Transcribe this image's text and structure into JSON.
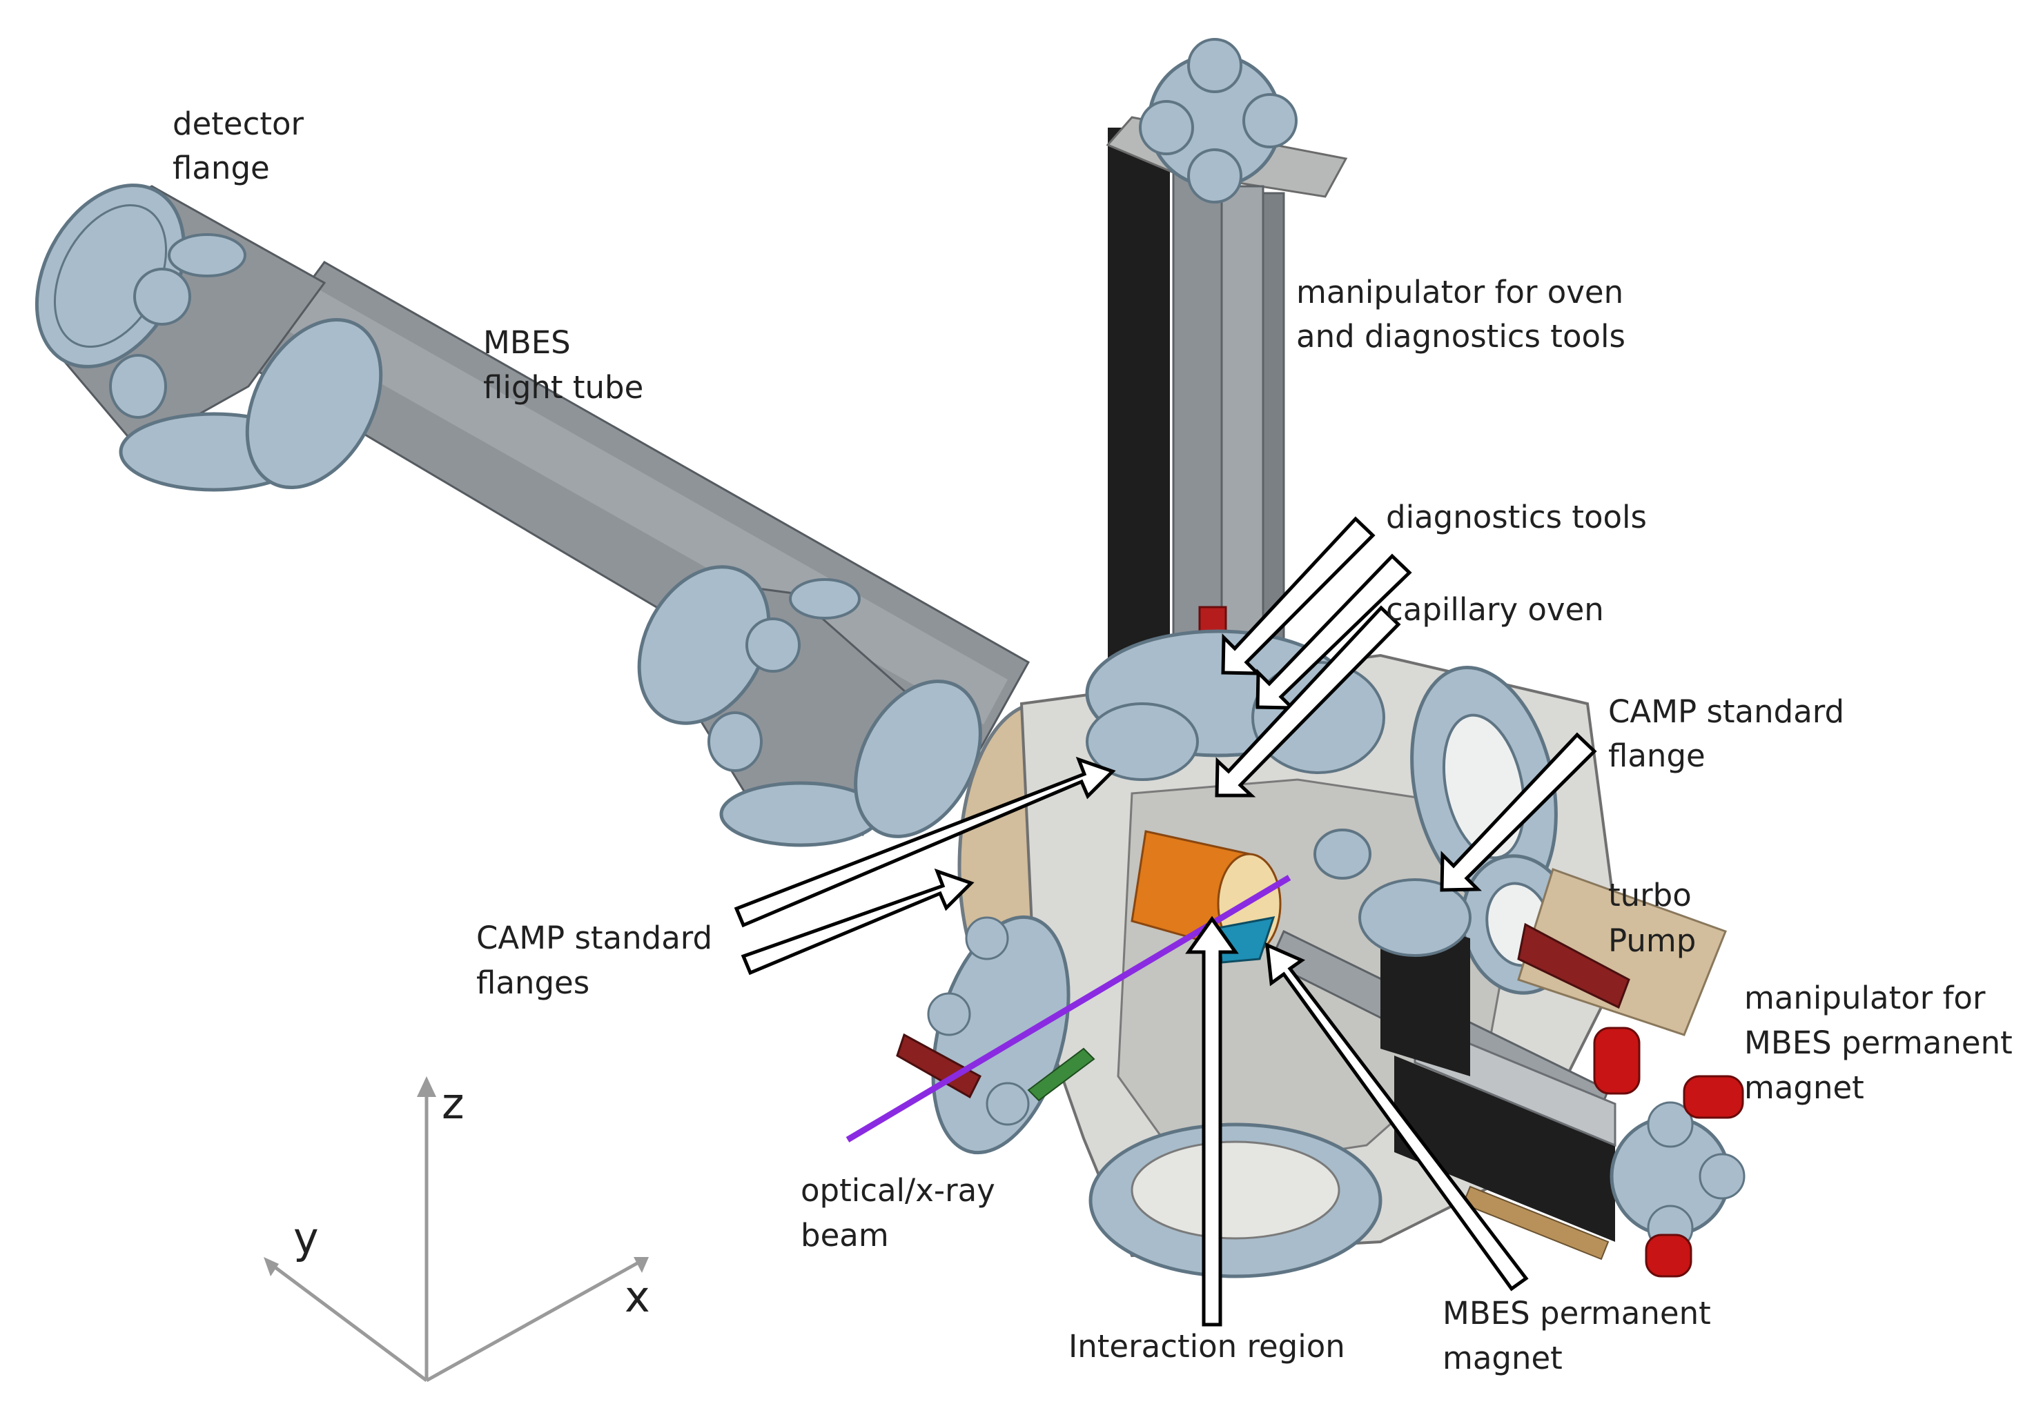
{
  "colors": {
    "flange_blue": "#a8bccb",
    "flange_dark": "#5f7584",
    "tube_gray": "#8f9499",
    "frame_black": "#1e1e1e",
    "chamber_light": "#d9d9d6",
    "oven_green": "#2e8b2e",
    "target_orange": "#e07a1a",
    "magnet_red": "#c81414",
    "beam_purple": "#8a2be2",
    "turbo_tan": "#d2bd9c",
    "cap_cyan": "#1e8fb5",
    "arrow_fill": "#ffffff",
    "arrow_stroke": "#000000",
    "axis_gray": "#9a9a9a"
  },
  "labels": {
    "detector_flange": [
      "detector",
      "flange"
    ],
    "mbes_flight_tube": [
      "MBES",
      "flight tube"
    ],
    "manipulator_oven": [
      "manipulator for oven",
      "and diagnostics tools"
    ],
    "diagnostics_tools": "diagnostics tools",
    "capillary_oven": "capillary oven",
    "camp_standard_flange": [
      "CAMP standard",
      "flange"
    ],
    "turbo_pump": [
      "turbo",
      "Pump"
    ],
    "manipulator_magnet": [
      "manipulator for",
      "MBES permanent",
      "magnet"
    ],
    "camp_standard_flanges": [
      "CAMP standard",
      "flanges"
    ],
    "optical_beam": [
      "optical/x-ray",
      "beam"
    ],
    "interaction_region": "Interaction region",
    "mbes_permanent_magnet": [
      "MBES permanent",
      "magnet"
    ]
  },
  "axes": {
    "x": "x",
    "y": "y",
    "z": "z"
  }
}
